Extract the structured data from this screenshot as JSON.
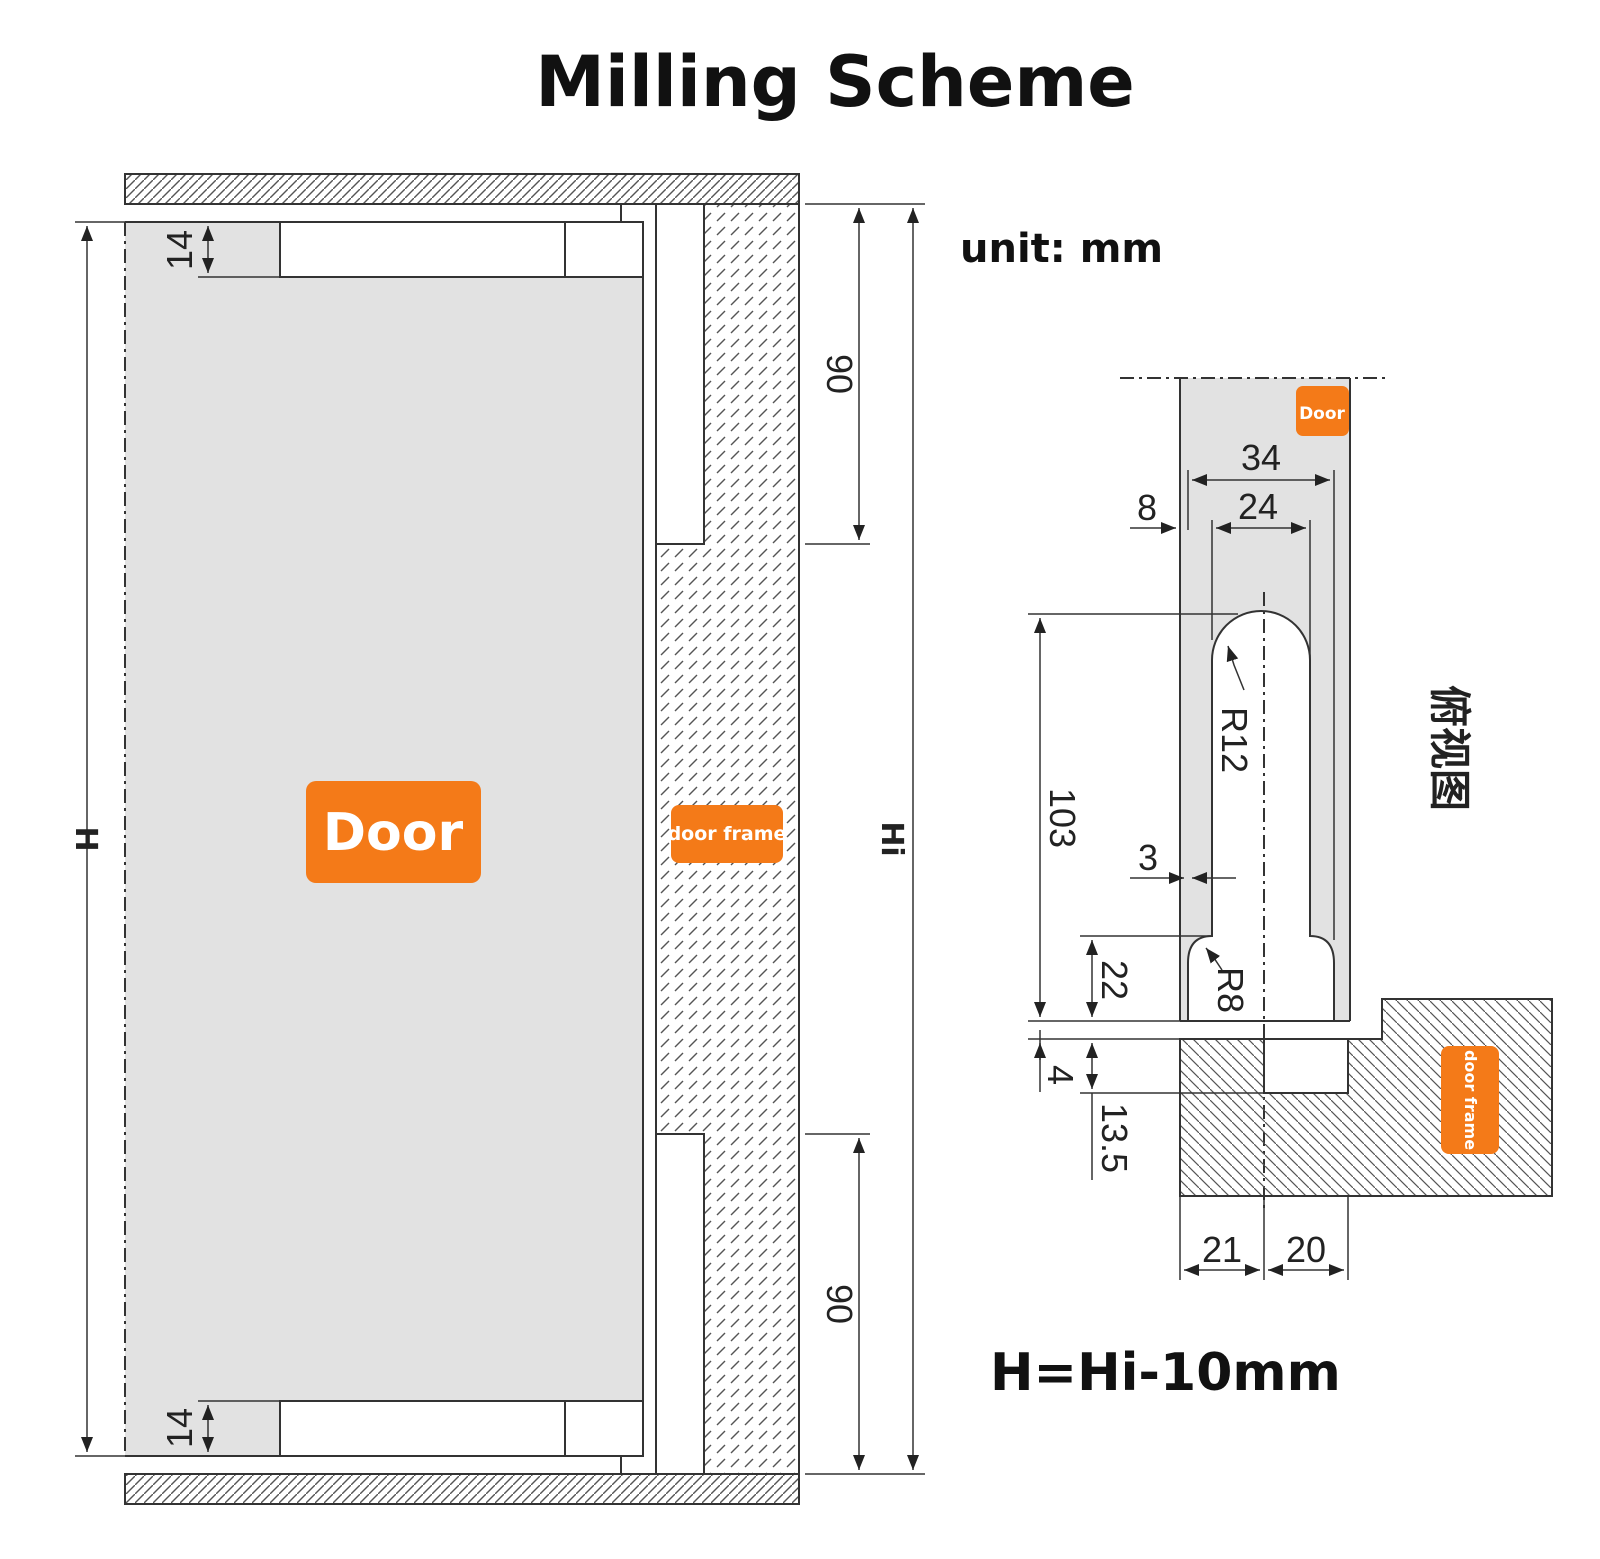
{
  "title": "Milling Scheme",
  "unit_label": "unit: mm",
  "formula": "H=Hi-10mm",
  "labels": {
    "door_main": "Door",
    "door_frame_main": "door frame",
    "door_detail": "Door",
    "door_frame_detail": "door frame",
    "top_view_cn": "俯视图"
  },
  "dimensions": {
    "H": "H",
    "Hi": "Hi",
    "top_14": "14",
    "bottom_14": "14",
    "top_90": "90",
    "bottom_90": "90",
    "d34": "34",
    "d24": "24",
    "d8": "8",
    "r12": "R12",
    "d103": "103",
    "d3": "3",
    "d22": "22",
    "r8": "R8",
    "d4": "4",
    "d13_5": "13.5",
    "d21": "21",
    "d20": "20"
  },
  "colors": {
    "accent": "#f47a18",
    "door_fill": "#e2e2e2",
    "hatch": "#555555"
  }
}
